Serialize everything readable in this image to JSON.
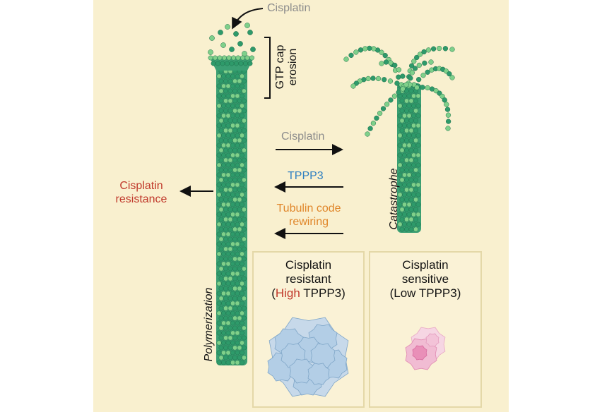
{
  "labels": {
    "cisplatin_top": "Cisplatin",
    "gtp_cap_line1": "GTP cap",
    "gtp_cap_line2": "erosion",
    "cisplatin_arrow": "Cisplatin",
    "tppp3": "TPPP3",
    "tubulin_line1": "Tubulin code",
    "tubulin_line2": "rewiring",
    "resistance_line1": "Cisplatin",
    "resistance_line2": "resistance",
    "catastrophe": "Catastrophe",
    "polymerization": "Polymerization"
  },
  "resistant_box": {
    "line1": "Cisplatin",
    "line2": "resistant",
    "open_paren": "(",
    "high": "High",
    "rest": " TPPP3)"
  },
  "sensitive_box": {
    "line1": "Cisplatin",
    "line2": "sensitive",
    "line3": "(Low TPPP3)"
  },
  "colors": {
    "background": "#f9f0cf",
    "cisplatin_gray": "#8c8c8c",
    "tppp3_blue": "#2f7fc1",
    "tubulin_orange": "#e0862a",
    "resistance_red": "#c0392b",
    "high_red": "#c0392b",
    "tubulin_dark": "#2e9a6a",
    "tubulin_light": "#7fd08a"
  }
}
